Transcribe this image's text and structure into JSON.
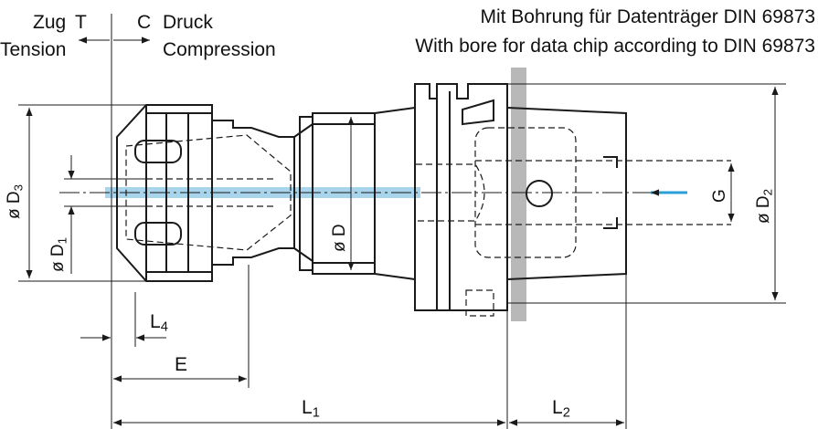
{
  "header": {
    "title_de": "Mit Bohrung für Datenträger DIN 69873",
    "title_en": "With bore for data chip according to DIN 69873"
  },
  "legend": {
    "zug": "Zug",
    "t": "T",
    "tension": "Tension",
    "c": "C",
    "druck": "Druck",
    "compression": "Compression"
  },
  "dimensions": {
    "d3_prefix": "ø D",
    "d3_sub": "3",
    "d1_prefix": "ø D",
    "d1_sub": "1",
    "d": "ø D",
    "d2_prefix": "ø D",
    "d2_sub": "2",
    "g": "G",
    "l4_prefix": "L",
    "l4_sub": "4",
    "e": "E",
    "l1_prefix": "L",
    "l1_sub": "1",
    "l2_prefix": "L",
    "l2_sub": "2"
  },
  "colors": {
    "outline": "#1a1a1a",
    "coolant_channel": "#a8d4ec",
    "flow_arrow": "#2a9fd8",
    "chip_bar": "#b8b8b8"
  }
}
